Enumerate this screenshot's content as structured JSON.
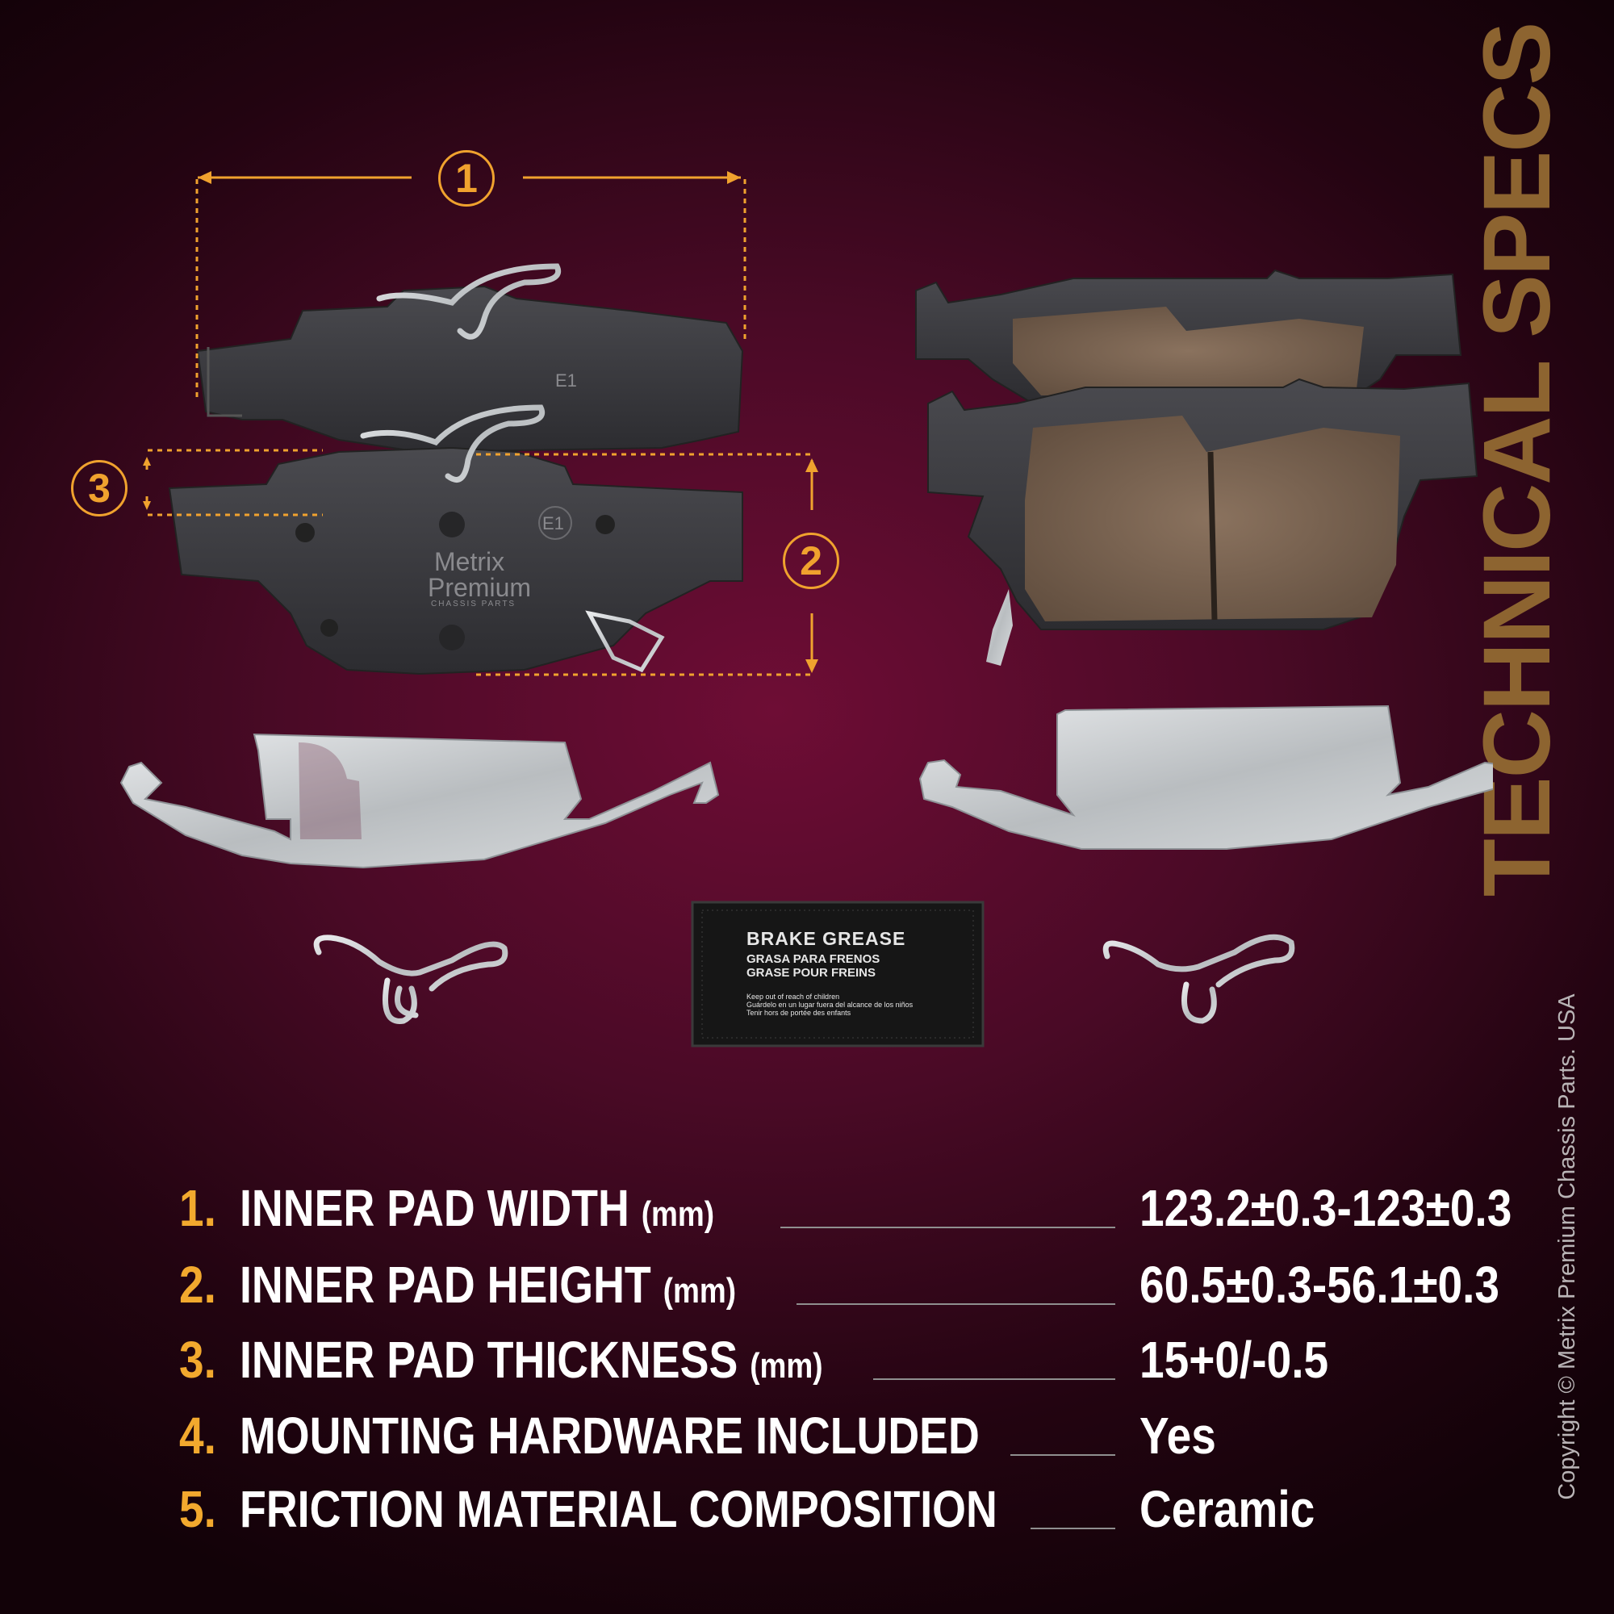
{
  "side_title": "TECHNICAL SPECS",
  "copyright": "Copyright © Metrix Premium Chassis Parts. USA",
  "callouts": [
    "1",
    "2",
    "3"
  ],
  "pad_marks": {
    "e1": "E1",
    "brand_line1": "Metrix",
    "brand_line2": "Premium",
    "brand_line3": "CHASSIS PARTS"
  },
  "grease_packet": {
    "title": "BRAKE GREASE",
    "line2": "GRASA PARA FRENOS",
    "line3": "GRASE POUR FREINS",
    "warning1": "Keep out of reach of children",
    "warning2": "Guárdelo en un lugar fuera del alcance de los niños",
    "warning3": "Tenir hors de portée des enfants"
  },
  "specs": [
    {
      "num": "1.",
      "label": "INNER PAD WIDTH",
      "unit": "(mm)",
      "value": "123.2±0.3-123±0.3"
    },
    {
      "num": "2.",
      "label": "INNER PAD HEIGHT",
      "unit": "(mm)",
      "value": "60.5±0.3-56.1±0.3"
    },
    {
      "num": "3.",
      "label": "INNER PAD THICKNESS",
      "unit": "(mm)",
      "value": "15+0/-0.5"
    },
    {
      "num": "4.",
      "label": "MOUNTING HARDWARE INCLUDED",
      "unit": "",
      "value": "Yes"
    },
    {
      "num": "5.",
      "label": "FRICTION MATERIAL COMPOSITION",
      "unit": "",
      "value": "Ceramic"
    }
  ],
  "colors": {
    "accent": "#f0a22e",
    "title": "#8d6430",
    "backing_plate": "#3a3a3e",
    "friction": "#7a6350",
    "metal": "#cfd2d4"
  }
}
